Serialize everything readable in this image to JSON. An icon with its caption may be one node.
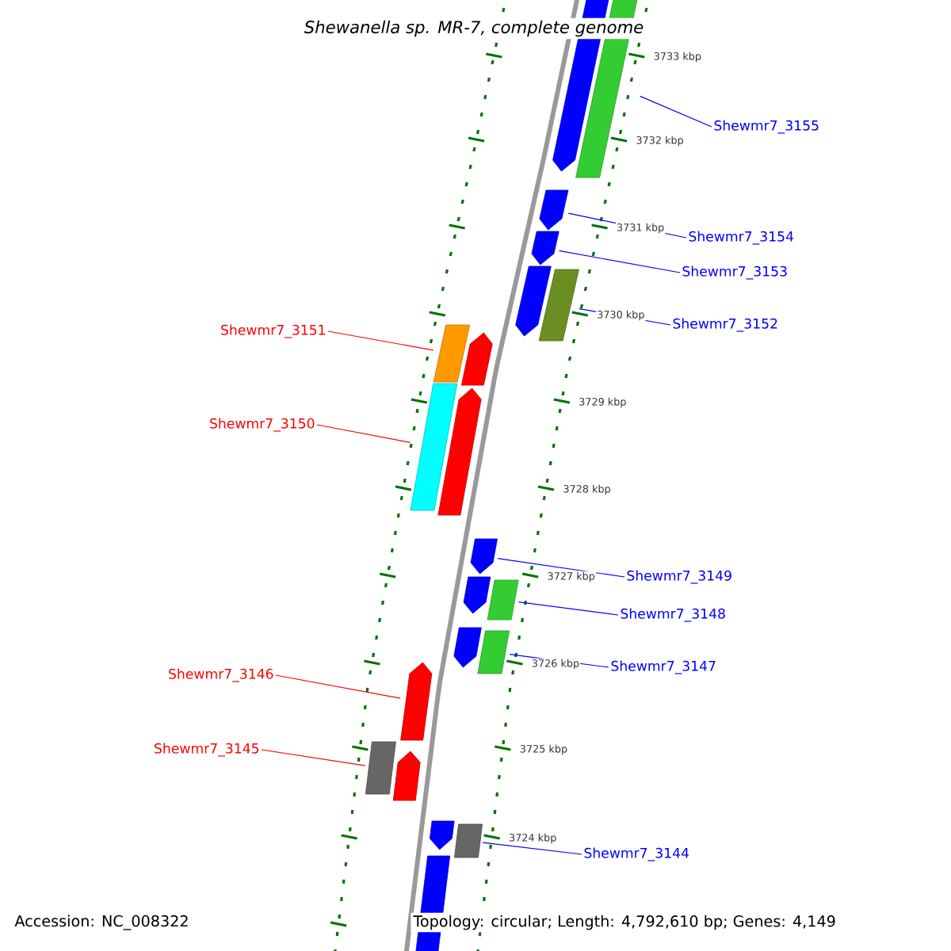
{
  "diagram": {
    "title": "*Shewanella sp. MR-7, complete genome*",
    "nodes": [
      {
        "text": [
          "Shewmr7_3155"
        ]
      },
      {
        "text": [
          "Shewmr7_3154"
        ]
      },
      {
        "text": [
          "Shewmr7_3153"
        ]
      },
      {
        "text": [
          "Shewmr7_3152"
        ]
      },
      {
        "text": [
          "Shewmr7_3151"
        ]
      },
      {
        "text": [
          "Shewmr7_3150"
        ]
      },
      {
        "text": [
          "Shewmr7_3149"
        ]
      },
      {
        "text": [
          "Shewmr7_3148"
        ]
      },
      {
        "text": [
          "Shewmr7_3147"
        ]
      },
      {
        "text": [
          "Shewmr7_3146"
        ]
      },
      {
        "text": [
          "Shewmr7_3145"
        ]
      },
      {
        "text": [
          "Shewmr7_3144"
        ]
      },
      {
        "text": [],
        "shape": "bar"
      },
      {
        "text": [],
        "shape": "bar"
      },
      {
        "text": [],
        "shape": "bar"
      },
      {
        "text": [],
        "shape": "bar"
      },
      {
        "text": [],
        "shape": "bar"
      },
      {
        "text": [],
        "shape": "bar"
      },
      {
        "text": [],
        "shape": "bar"
      },
      {
        "text": [],
        "shape": "bar"
      },
      {
        "text": [],
        "shape": "bar"
      },
      {
        "text": [],
        "shape": "bar"
      },
      {
        "text": [],
        "shape": "bar"
      },
      {
        "text": [],
        "shape": "bar"
      },
      {
        "text": [],
        "shape": "bar"
      },
      {
        "text": [],
        "shape": "bar"
      },
      {
        "text": [],
        "shape": "bar"
      },
      {
        "text": [],
        "shape": "bar"
      },
      {
        "text": [],
        "shape": "bar"
      },
      {
        "text": [],
        "shape": "bar"
      },
      {
        "text": [],
        "shape": "bar"
      },
      {
        "text": [],
        "shape": "bar"
      },
      {
        "text": [],
        "shape": "bar"
      }
    ],
    "edges": [
      {
        "from": 0,
        "to": 13,
        "arrow": "none"
      },
      {
        "from": 1,
        "to": 14,
        "arrow": "none"
      },
      {
        "from": 2,
        "to": 15,
        "arrow": "none"
      },
      {
        "from": 3,
        "to": 17,
        "arrow": "none"
      },
      {
        "from": 4,
        "to": 18,
        "arrow": "none",
        "color": "#ff0000"
      },
      {
        "from": 5,
        "to": 20,
        "arrow": "none",
        "color": "#ff0000"
      },
      {
        "from": 6,
        "to": 22,
        "arrow": "none"
      },
      {
        "from": 7,
        "to": 24,
        "arrow": "none"
      },
      {
        "from": 8,
        "to": 26,
        "arrow": "none"
      },
      {
        "from": 9,
        "to": 27,
        "arrow": "none",
        "color": "#ff0000"
      },
      {
        "from": 10,
        "to": 28,
        "arrow": "none",
        "color": "#ff0000"
      },
      {
        "from": 11,
        "to": 31,
        "arrow": "none"
      }
    ],
    "labels": [
      "3733 kbp",
      "3732 kbp",
      "3731 kbp",
      "3730 kbp",
      "3729 kbp",
      "3728 kbp",
      "3727 kbp",
      "3726 kbp",
      "3725 kbp",
      "3724 kbp",
      "Accession: NC_008322",
      "Topology: circular; Length: 4,792,610 bp; Genes: 4,149"
    ]
  }
}
